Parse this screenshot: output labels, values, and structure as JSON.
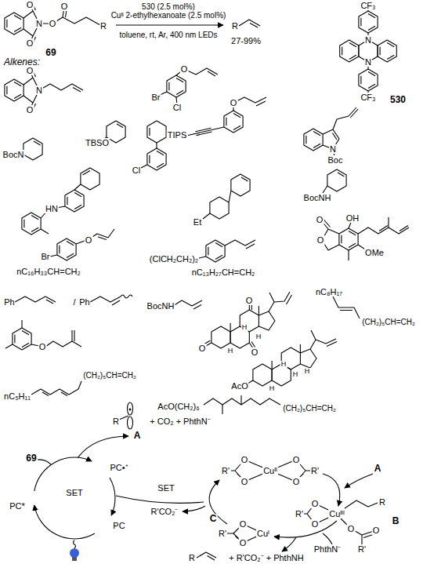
{
  "diagram": {
    "labels": [
      "O",
      "O",
      "N",
      "O",
      "O",
      "R",
      "69",
      "530 (2.5 mol%)",
      "Cuᴵᴵ 2-ethylhexanoate (2.5 mol%)",
      "toluene, rt, Ar, 400 nm LEDs",
      "R",
      "27-99%",
      "N",
      "N",
      "CF₃",
      "CF₃",
      "530",
      "Alkenes:",
      "O",
      "O",
      "N",
      "O",
      "Br",
      "Cl",
      "O",
      "TIPS",
      "N",
      "Boc",
      "BocN",
      "TBSO",
      "Cl",
      "HN",
      "Et",
      "BocNH",
      "Br",
      "O",
      "nC₁₆H₃₃CH=CH₂",
      "(ClCH₂CH₂)₂",
      "nC₁₃H₂₇CH=CH₂",
      "OH",
      "O",
      "O",
      "OMe",
      "Ph",
      "/",
      "Ph",
      "BocNH",
      "O",
      "O",
      "O",
      "H",
      "H",
      "H",
      "nC₈H₁₇",
      "(CH₂)₅CH=CH₂",
      "O",
      "AcO",
      "H",
      "H",
      "H",
      "H",
      "nC₅H₁₁",
      "(CH₂)₅CH=CH₂",
      "AcO(CH₂)₆",
      "(CH₂)₅CH=CH₂",
      "R",
      "+ CO₂ + PhthN⁻",
      "A",
      "69",
      "SET",
      "PC•⁺",
      "PC*",
      "SET",
      "R'CO₂⁻",
      "PC",
      "R'",
      "O",
      "O",
      "Cuᴵᴵ",
      "O",
      "O",
      "R'",
      "A",
      "R'",
      "O",
      "O",
      "Cuᴵᴵᴵ",
      "R",
      "O",
      "O",
      "R'",
      "B",
      "PhthN⁻",
      "R'",
      "O",
      "O",
      "Cuᴵ",
      "C",
      "R",
      "+ R'CO₂⁻ + PhthNH"
    ]
  }
}
